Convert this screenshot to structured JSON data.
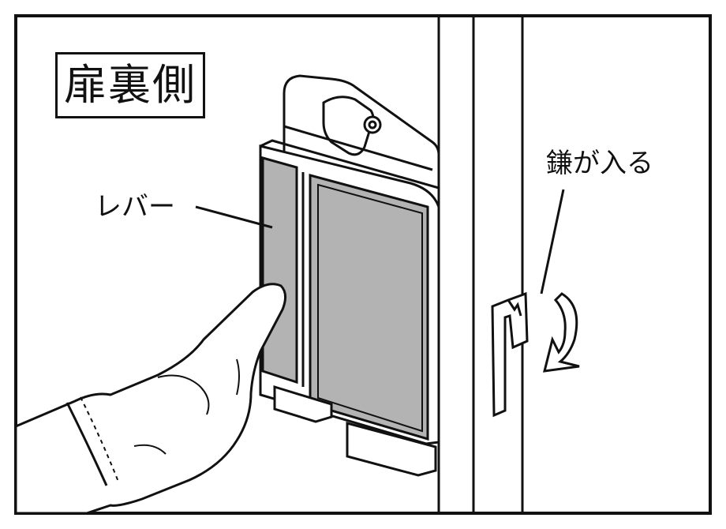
{
  "title": "扉裏側",
  "labels": {
    "lever": "レバー",
    "latch": "鎌が入る"
  },
  "colors": {
    "outline": "#111111",
    "lever_fill": "#b3b3b3",
    "background": "#ffffff"
  },
  "icons": [
    "hand-illustration",
    "rotation-arrow-icon",
    "lock-unit",
    "door-frame"
  ]
}
